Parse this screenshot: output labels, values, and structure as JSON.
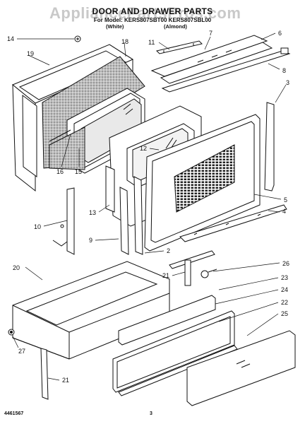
{
  "header": {
    "watermark": "AppliancePartsPros.com",
    "title": "DOOR AND DRAWER PARTS",
    "model_line": "For Model: KERS807SBT00 KERS807SBL00",
    "color_white": "(White)",
    "color_almond": "(Almond)"
  },
  "callouts": [
    "14",
    "19",
    "18",
    "11",
    "7",
    "6",
    "8",
    "3",
    "16",
    "15",
    "12",
    "13",
    "10",
    "9",
    "2",
    "5",
    "4",
    "20",
    "21",
    "26",
    "23",
    "24",
    "22",
    "25",
    "27",
    "21"
  ],
  "footer": {
    "part_code": "4461567",
    "page_number": "3"
  }
}
